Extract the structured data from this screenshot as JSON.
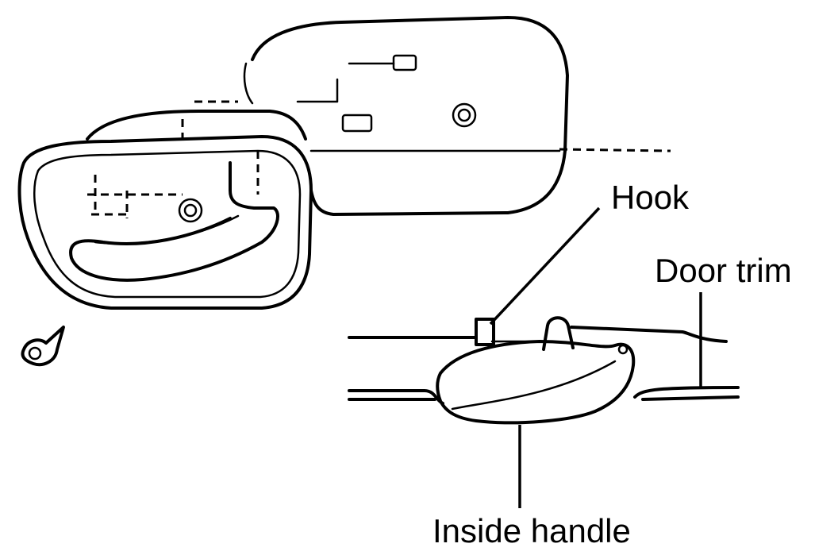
{
  "labels": {
    "hook": "Hook",
    "door_trim": "Door trim",
    "inside_handle": "Inside handle"
  },
  "colors": {
    "line": "#000000",
    "background": "#ffffff"
  }
}
